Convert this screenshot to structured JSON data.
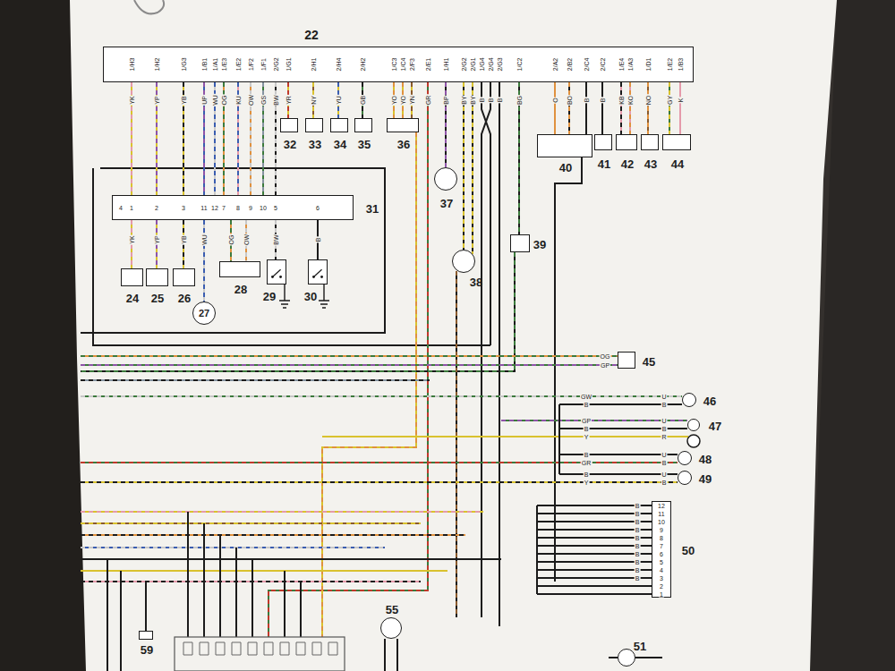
{
  "diagram": {
    "nodes": [
      {
        "text": [
          "22"
        ]
      },
      {
        "text": [
          "32"
        ]
      },
      {
        "text": [
          "33"
        ]
      },
      {
        "text": [
          "34"
        ]
      },
      {
        "text": [
          "35"
        ]
      },
      {
        "text": [
          "36"
        ]
      },
      {
        "text": [
          "40"
        ]
      },
      {
        "text": [
          "41"
        ]
      },
      {
        "text": [
          "42"
        ]
      },
      {
        "text": [
          "43"
        ]
      },
      {
        "text": [
          "44"
        ]
      },
      {
        "text": [
          "37"
        ]
      },
      {
        "text": [
          "31"
        ]
      },
      {
        "text": [
          "39"
        ]
      },
      {
        "text": [
          "38"
        ]
      },
      {
        "text": [
          "24"
        ]
      },
      {
        "text": [
          "25"
        ]
      },
      {
        "text": [
          "26"
        ]
      },
      {
        "text": [
          "27"
        ]
      },
      {
        "text": [
          "28"
        ]
      },
      {
        "text": [
          "29"
        ]
      },
      {
        "text": [
          "30"
        ]
      },
      {
        "text": [
          "45"
        ]
      },
      {
        "text": [
          "46"
        ]
      },
      {
        "text": [
          "47"
        ]
      },
      {
        "text": [
          "48"
        ]
      },
      {
        "text": [
          "49"
        ]
      },
      {
        "text": [
          "50"
        ]
      },
      {
        "text": [
          "55"
        ]
      },
      {
        "text": [
          "59"
        ]
      },
      {
        "text": [
          "51"
        ]
      }
    ],
    "edges": [
      {
        "from": 0,
        "to": 1,
        "arrow": "none"
      },
      {
        "from": 0,
        "to": 2,
        "arrow": "none"
      },
      {
        "from": 0,
        "to": 3,
        "arrow": "none"
      },
      {
        "from": 0,
        "to": 4,
        "arrow": "none"
      },
      {
        "from": 0,
        "to": 5,
        "arrow": "none"
      },
      {
        "from": 0,
        "to": 11,
        "arrow": "none"
      },
      {
        "from": 0,
        "to": 14,
        "arrow": "none"
      },
      {
        "from": 0,
        "to": 13,
        "arrow": "none"
      },
      {
        "from": 0,
        "to": 6,
        "arrow": "none"
      },
      {
        "from": 0,
        "to": 7,
        "arrow": "none"
      },
      {
        "from": 0,
        "to": 8,
        "arrow": "none"
      },
      {
        "from": 0,
        "to": 9,
        "arrow": "none"
      },
      {
        "from": 0,
        "to": 10,
        "arrow": "none"
      },
      {
        "from": 0,
        "to": 12,
        "arrow": "none"
      },
      {
        "from": 0,
        "to": 12,
        "arrow": "none"
      },
      {
        "from": 0,
        "to": 12,
        "arrow": "none"
      },
      {
        "from": 0,
        "to": 12,
        "arrow": "none"
      },
      {
        "from": 0,
        "to": 12,
        "arrow": "none"
      },
      {
        "from": 0,
        "to": 12,
        "arrow": "none"
      },
      {
        "from": 0,
        "to": 12,
        "arrow": "none"
      },
      {
        "from": 0,
        "to": 12,
        "arrow": "none"
      },
      {
        "from": 0,
        "to": 12,
        "arrow": "none"
      },
      {
        "from": 0,
        "to": 12,
        "arrow": "none"
      },
      {
        "from": 12,
        "to": 15,
        "arrow": "none"
      },
      {
        "from": 12,
        "to": 16,
        "arrow": "none"
      },
      {
        "from": 12,
        "to": 17,
        "arrow": "none"
      },
      {
        "from": 12,
        "to": 18,
        "arrow": "none"
      },
      {
        "from": 12,
        "to": 19,
        "arrow": "none"
      },
      {
        "from": 12,
        "to": 19,
        "arrow": "none"
      },
      {
        "from": 12,
        "to": 20,
        "arrow": "none"
      },
      {
        "from": 12,
        "to": 21,
        "arrow": "none"
      }
    ],
    "labels": [
      "1/H3",
      "1/H2",
      "1/G3",
      "1/B1",
      "1/A1",
      "1/E3",
      "1/E2",
      "1/F2",
      "1/F1",
      "2/G2",
      "1/G1",
      "2/H1",
      "2/H4",
      "2/H2",
      "1/C3",
      "1/C4",
      "2/F3",
      "2/E1",
      "1/H1",
      "2/G2",
      "2/G1",
      "1/G4",
      "2/G4",
      "2/G3",
      "1/C2",
      "2/A2",
      "2/B2",
      "2/C4",
      "2/C2",
      "1/E4",
      "1/A3",
      "1/D1",
      "1/E2",
      "1/B3",
      "YK",
      "YP",
      "YB",
      "UP",
      "WU",
      "OG",
      "KU",
      "OW",
      "GS",
      "BW",
      "YR",
      "NY",
      "YU",
      "GB",
      "YO",
      "YO",
      "YN",
      "GR",
      "BP",
      "BY",
      "BY",
      "B",
      "B",
      "B",
      "BG",
      "O",
      "BO",
      "B",
      "B",
      "KB",
      "KO",
      "NO",
      "GY",
      "K",
      "4",
      "1",
      "2",
      "3",
      "11",
      "12",
      "7",
      "8",
      "9",
      "10",
      "5",
      "6",
      "YK",
      "YP",
      "YB",
      "WU",
      "OG",
      "OW",
      "BW",
      "B",
      "OG",
      "GP",
      "GW",
      "B",
      "U",
      "B",
      "GP",
      "B",
      "Y",
      "U",
      "B",
      "R",
      "B",
      "GR",
      "U",
      "B",
      "B",
      "Y",
      "U",
      "B",
      "12",
      "11",
      "10",
      "9",
      "8",
      "7",
      "6",
      "5",
      "4",
      "3",
      "2",
      "1",
      "B",
      "B",
      "B",
      "B",
      "B",
      "B",
      "B",
      "B",
      "B",
      "B"
    ]
  }
}
